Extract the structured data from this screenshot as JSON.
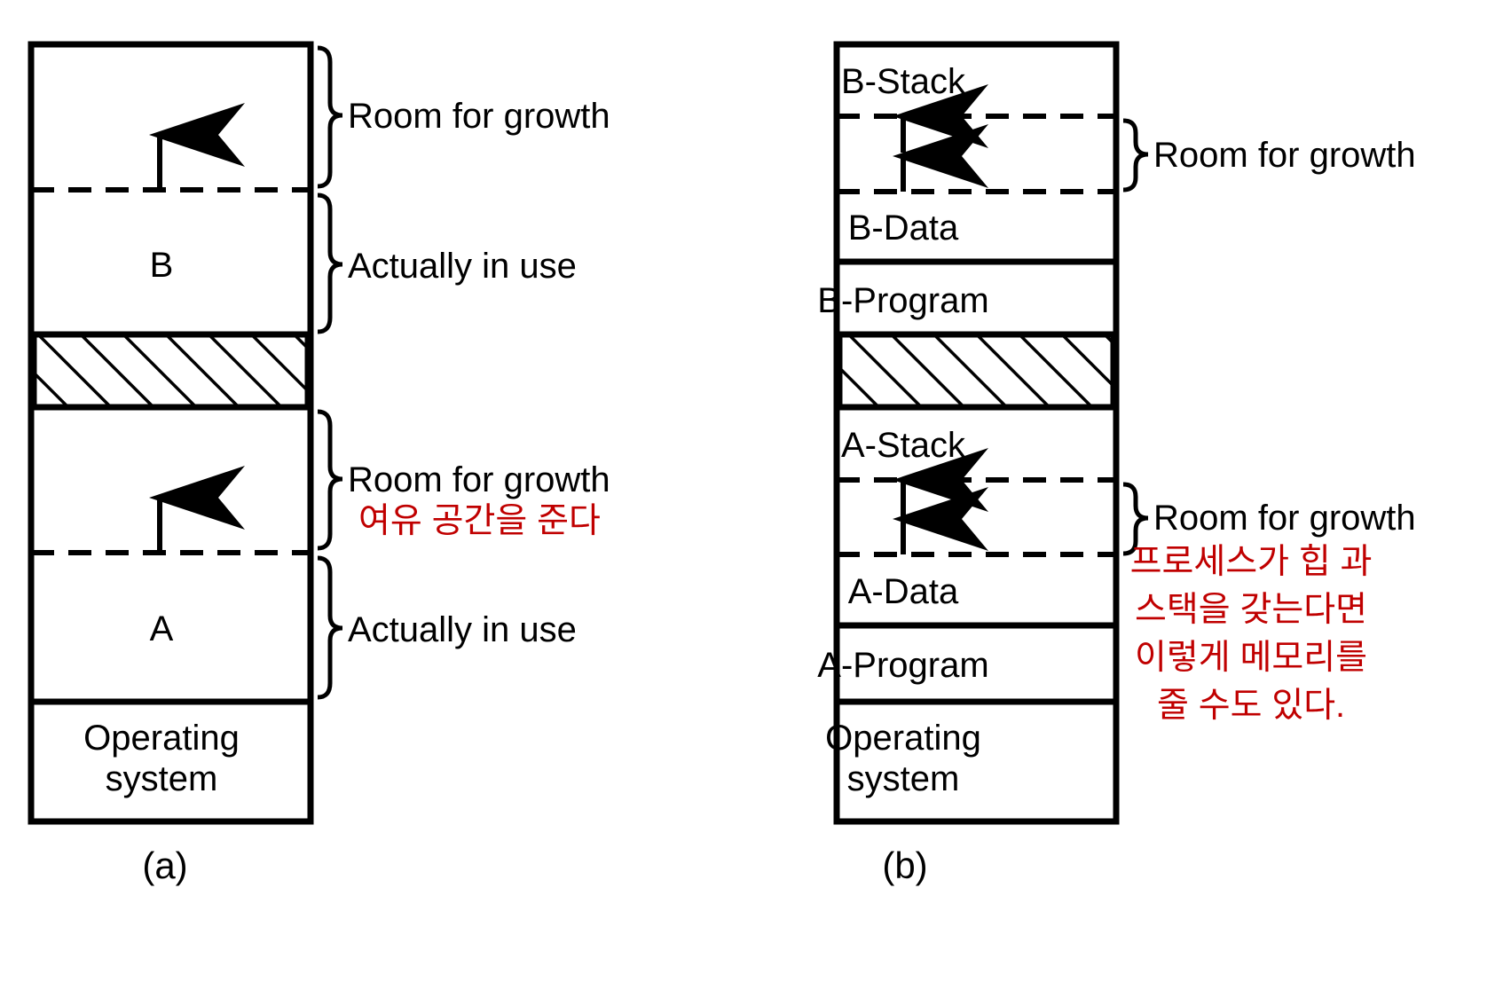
{
  "figure": {
    "title": "Memory allocation with room for growth",
    "caption_a": "(a)",
    "caption_b": "(b)",
    "colors": {
      "stroke": "#000000",
      "annotation": "#C00000",
      "background": "#FFFFFF"
    }
  },
  "panel_a": {
    "caption": "(a)",
    "segments": [
      {
        "name": "b-growth-area",
        "label": "",
        "kind": "growth",
        "arrow": "up-single"
      },
      {
        "name": "b-process",
        "label": "B",
        "kind": "process"
      },
      {
        "name": "hatched-gap-1",
        "label": "",
        "kind": "hatched"
      },
      {
        "name": "a-growth-area",
        "label": "",
        "kind": "growth",
        "arrow": "up-single"
      },
      {
        "name": "a-process",
        "label": "A",
        "kind": "process"
      },
      {
        "name": "operating-system",
        "label": "Operating\nsystem",
        "label_line1": "Operating",
        "label_line2": "system",
        "kind": "os"
      }
    ],
    "braces": [
      {
        "name": "brace-b-room",
        "label": "Room for growth"
      },
      {
        "name": "brace-b-inuse",
        "label": "Actually in use"
      },
      {
        "name": "brace-a-room",
        "label": "Room for growth"
      },
      {
        "name": "brace-a-inuse",
        "label": "Actually in use"
      }
    ],
    "annotation": {
      "text": "여유 공간을 준다",
      "color": "#C00000"
    }
  },
  "panel_b": {
    "caption": "(b)",
    "segments": [
      {
        "name": "b-stack",
        "label": "B-Stack"
      },
      {
        "name": "b-growth-area",
        "label": "",
        "kind": "growth",
        "arrow": "double-vertical"
      },
      {
        "name": "b-data",
        "label": "B-Data"
      },
      {
        "name": "b-program",
        "label": "B-Program"
      },
      {
        "name": "hatched-gap-1",
        "label": "",
        "kind": "hatched"
      },
      {
        "name": "a-stack",
        "label": "A-Stack"
      },
      {
        "name": "a-growth-area",
        "label": "",
        "kind": "growth",
        "arrow": "double-vertical"
      },
      {
        "name": "a-data",
        "label": "A-Data"
      },
      {
        "name": "a-program",
        "label": "A-Program"
      },
      {
        "name": "operating-system",
        "label_line1": "Operating",
        "label_line2": "system",
        "kind": "os"
      }
    ],
    "braces": [
      {
        "name": "brace-b-room",
        "label": "Room for growth"
      },
      {
        "name": "brace-a-room",
        "label": "Room for growth"
      }
    ],
    "annotation": {
      "lines": [
        "프로세스가 힙 과",
        "스택을 갖는다면",
        "이렇게 메모리를",
        "줄 수도 있다."
      ],
      "color": "#C00000"
    }
  }
}
